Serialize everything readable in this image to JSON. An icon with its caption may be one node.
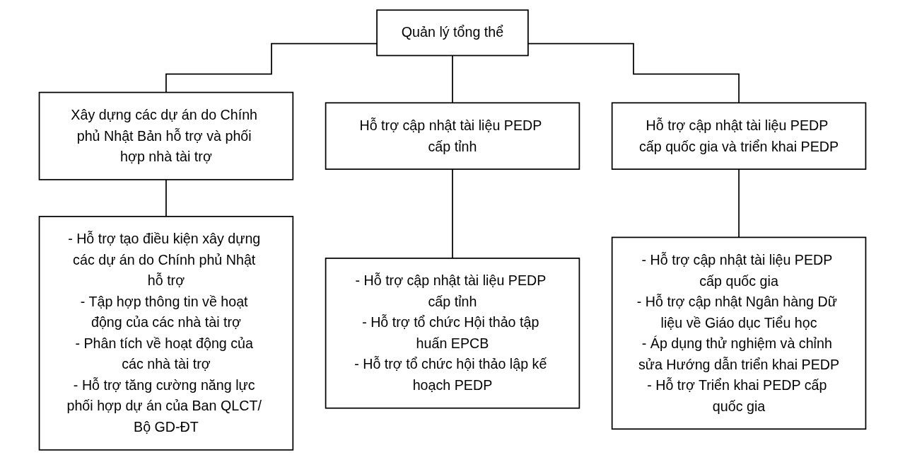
{
  "diagram": {
    "nodes": [
      {
        "text": [
          "Quản lý tổng thể"
        ]
      },
      {
        "text": [
          "Xây dựng các dự án do Chính phủ Nhật Bản hỗ trợ và phối hợp nhà tài trợ"
        ]
      },
      {
        "text": [
          "Hỗ trợ cập nhật tài liệu PEDP cấp tỉnh"
        ]
      },
      {
        "text": [
          "Hỗ trợ cập nhật tài liệu PEDP cấp quốc gia và triển khai PEDP"
        ]
      },
      {
        "text": [
          "- Hỗ trợ tạo điều kiện xây dựng các dự án do Chính phủ Nhật hỗ trợ",
          "- Tập hợp thông tin về hoạt động của các nhà tài trợ",
          "- Phân tích về hoạt động của các nhà tài trợ",
          "- Hỗ trợ tăng cường năng lực phối hợp dự án của Ban QLCT/ Bộ GD-ĐT"
        ]
      },
      {
        "text": [
          "- Hỗ trợ cập nhật tài liệu PEDP cấp tỉnh",
          "- Hỗ trợ tổ chức Hội thảo tập huấn EPCB",
          "- Hỗ trợ tổ chức hội thảo lập kế hoạch PEDP"
        ]
      },
      {
        "text": [
          "- Hỗ trợ cập nhật tài liệu PEDP cấp quốc gia",
          "- Hỗ trợ cập nhật Ngân hàng Dữ liệu về Giáo dục Tiểu học",
          "- Áp dụng thử nghiệm và chỉnh sửa Hướng dẫn triển khai PEDP",
          "- Hỗ trợ Triển khai PEDP cấp quốc gia"
        ]
      }
    ],
    "edges": [
      {
        "from": 0,
        "to": 1,
        "arrow": "none"
      },
      {
        "from": 0,
        "to": 2,
        "arrow": "none"
      },
      {
        "from": 0,
        "to": 3,
        "arrow": "none"
      },
      {
        "from": 1,
        "to": 4,
        "arrow": "none"
      },
      {
        "from": 2,
        "to": 5,
        "arrow": "none"
      },
      {
        "from": 3,
        "to": 6,
        "arrow": "none"
      }
    ]
  }
}
